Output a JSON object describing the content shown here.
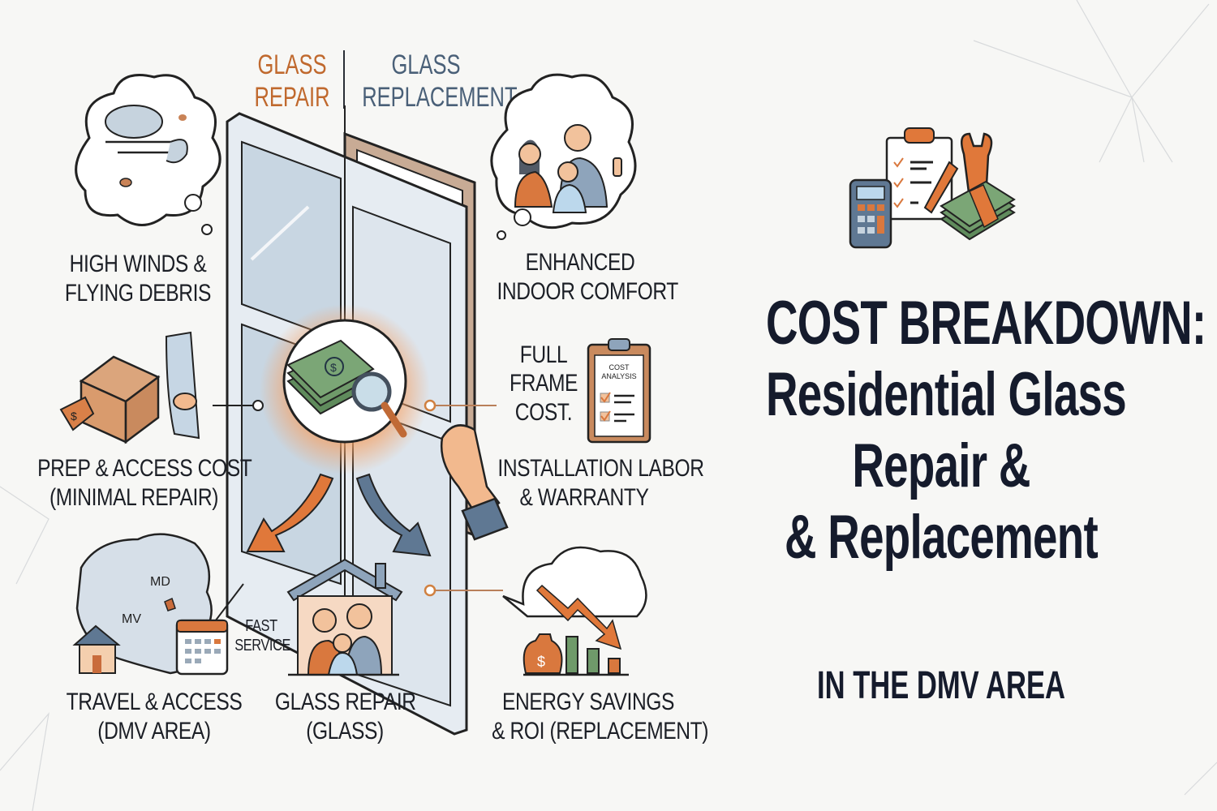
{
  "header": {
    "left_label": [
      "GLASS",
      "REPAIR"
    ],
    "right_label": [
      "GLASS",
      "REPLACEMENT"
    ],
    "left_color": "#c0692e",
    "right_color": "#4a6078"
  },
  "factors": [
    {
      "id": "high-winds",
      "lines": [
        "HIGH WINDS &",
        "FLYING DEBRIS"
      ],
      "icon": "wind-cloud-icon"
    },
    {
      "id": "prep-access",
      "lines": [
        "PREP & ACCESS COST",
        "(MINIMAL REPAIR)"
      ],
      "icon": "box-price-tag-icon"
    },
    {
      "id": "travel-access",
      "lines": [
        "TRAVEL & ACCESS",
        "(DMV AREA)"
      ],
      "icon": "dmv-map-icon",
      "map_labels": [
        "MD",
        "MV"
      ],
      "service_label": [
        "FAST",
        "SERVICE"
      ]
    },
    {
      "id": "glass-repair",
      "lines": [
        "GLASS REPAIR",
        "(GLASS)"
      ],
      "icon": "family-house-icon"
    },
    {
      "id": "enhanced-comfort",
      "lines": [
        "ENHANCED",
        "INDOOR COMFORT"
      ],
      "icon": "happy-family-icon"
    },
    {
      "id": "full-frame",
      "lines": [
        "FULL",
        "FRAME",
        "COST."
      ],
      "icon": "clipboard-icon",
      "clipboard_text": [
        "COST",
        "ANALYSIS"
      ]
    },
    {
      "id": "installation",
      "lines": [
        "INSTALLATION LABOR",
        "& WARRANTY"
      ],
      "icon": "hand-icon"
    },
    {
      "id": "energy-savings",
      "lines": [
        "ENERGY SAVINGS",
        "& ROI (REPLACEMENT)"
      ],
      "icon": "savings-chart-icon"
    }
  ],
  "title": {
    "lines": [
      "COST BREAKDOWN:",
      "Residential Glass",
      "Repair &",
      "& Replacement"
    ],
    "subtitle": "IN THE DMV AREA"
  },
  "colors": {
    "accent_orange": "#e0783a",
    "accent_blue": "#5f7893",
    "money_green": "#6f9a6a",
    "text_dark": "#151b2c",
    "background": "#f7f7f5"
  }
}
